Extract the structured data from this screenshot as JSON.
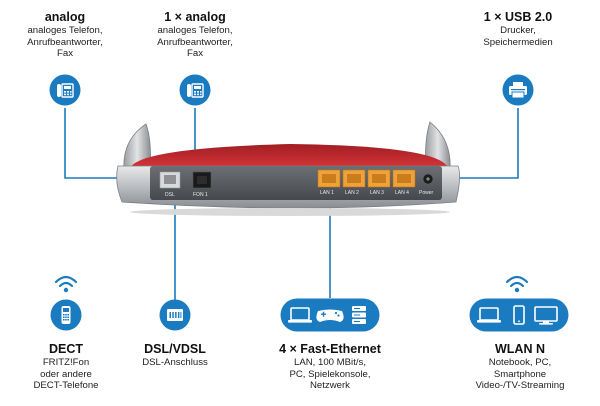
{
  "colors": {
    "accent": "#1b7bc0",
    "router_red": "#c1272d",
    "port_orange": "#f0a23a"
  },
  "callouts": {
    "analog": {
      "title": "analog",
      "lines": [
        "analoges Telefon,",
        "Anrufbeantworter,",
        "Fax"
      ],
      "icon": "phone-fax-icon"
    },
    "analog2": {
      "title": "1 × analog",
      "lines": [
        "analoges Telefon,",
        "Anrufbeantworter,",
        "Fax"
      ],
      "icon": "phone-fax-icon"
    },
    "usb": {
      "title": "1 × USB 2.0",
      "lines": [
        "Drucker,",
        "Speichermedien"
      ],
      "icon": "printer-icon"
    },
    "dect": {
      "title": "DECT",
      "lines": [
        "FRITZ!Fon",
        "oder andere",
        "DECT-Telefone"
      ],
      "icon": "dect-phone-icon"
    },
    "dsl": {
      "title": "DSL/VDSL",
      "lines": [
        "DSL-Anschluss"
      ],
      "icon": "dsl-port-icon"
    },
    "ethernet": {
      "title": "4 × Fast-Ethernet",
      "lines": [
        "LAN, 100 MBit/s,",
        "PC, Spielekonsole,",
        "Netzwerk"
      ],
      "icons": [
        "laptop-icon",
        "gamepad-icon",
        "server-icon"
      ]
    },
    "wlan": {
      "title": "WLAN N",
      "lines": [
        "Notebook, PC,",
        "Smartphone",
        "Video-/TV-Streaming"
      ],
      "icons": [
        "laptop-icon",
        "smartphone-icon",
        "monitor-icon"
      ]
    }
  },
  "router": {
    "port_labels": {
      "dsl": "DSL",
      "fon1": "FON 1",
      "lan1": "LAN 1",
      "lan2": "LAN 2",
      "lan3": "LAN 3",
      "lan4": "LAN 4",
      "power": "Power"
    }
  }
}
